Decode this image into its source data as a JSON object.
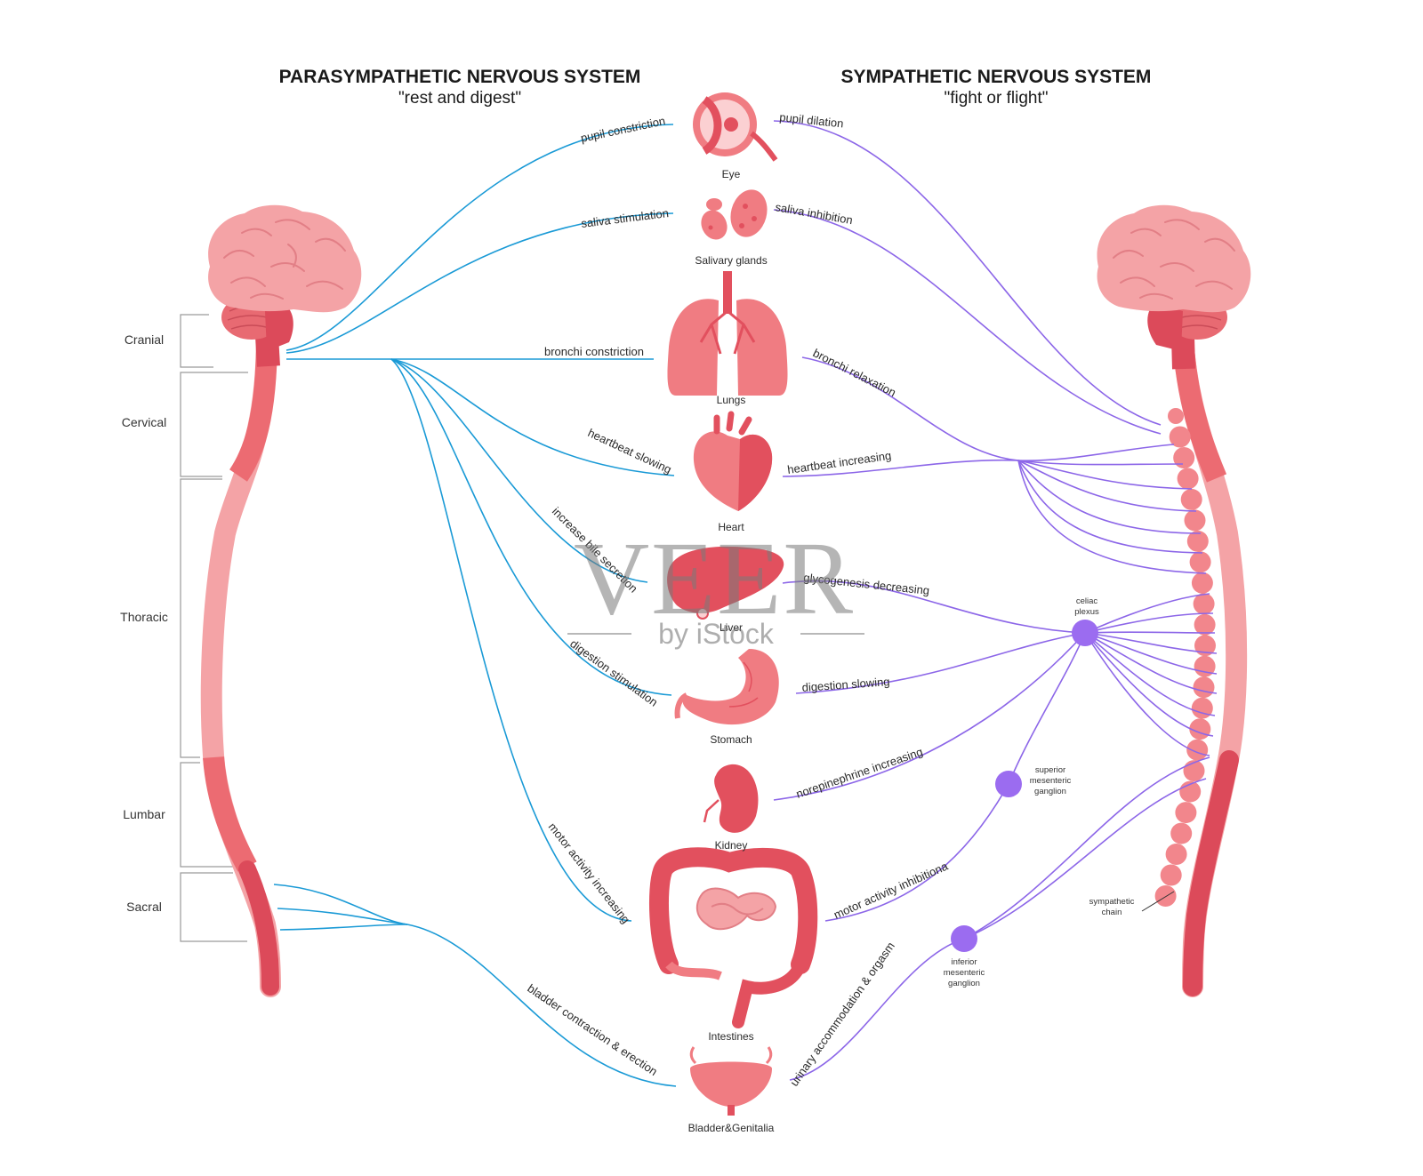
{
  "left": {
    "title": "PARASYMPATHETIC NERVOUS SYSTEM",
    "subtitle": "\"rest and digest\""
  },
  "right": {
    "title": "SYMPATHETIC NERVOUS SYSTEM",
    "subtitle": "\"fight or flight\""
  },
  "segments": [
    "Cranial",
    "Cervical",
    "Thoracic",
    "Lumbar",
    "Sacral"
  ],
  "organs": [
    "Eye",
    "Salivary glands",
    "Lungs",
    "Heart",
    "Liver",
    "Stomach",
    "Kidney",
    "Intestines",
    "Bladder&Genitalia"
  ],
  "parasympathetic_effects": [
    "pupil constriction",
    "saliva stimulation",
    "bronchi constriction",
    "heartbeat slowing",
    "increase bile secretion",
    "digestion stimulation",
    "motor activity increasing",
    "bladder contraction & erection"
  ],
  "sympathetic_effects": [
    "pupil dilation",
    "saliva inhibition",
    "bronchi relaxation",
    "heartbeat increasing",
    "glycogenesis decreasing",
    "digestion slowing",
    "norepinephrine increasing",
    "motor activity inhibitiona",
    "urinary accommodation & orgasm"
  ],
  "ganglia": {
    "celiac_1": "celiac",
    "celiac_2": "plexus",
    "sup_1": "superior",
    "sup_2": "mesenteric",
    "sup_3": "ganglion",
    "inf_1": "inferior",
    "inf_2": "mesenteric",
    "inf_3": "ganglion",
    "chain_1": "sympathetic",
    "chain_2": "chain"
  },
  "watermark": {
    "main": "VEER",
    "sub": "by iStock"
  },
  "colors": {
    "parasympathetic_line": "#1a9ad6",
    "sympathetic_line": "#8c66e8",
    "organ": "#f07c82",
    "organ_dark": "#e2505e",
    "brain": "#f4a3a6",
    "ganglion": "#9b6cf0"
  }
}
